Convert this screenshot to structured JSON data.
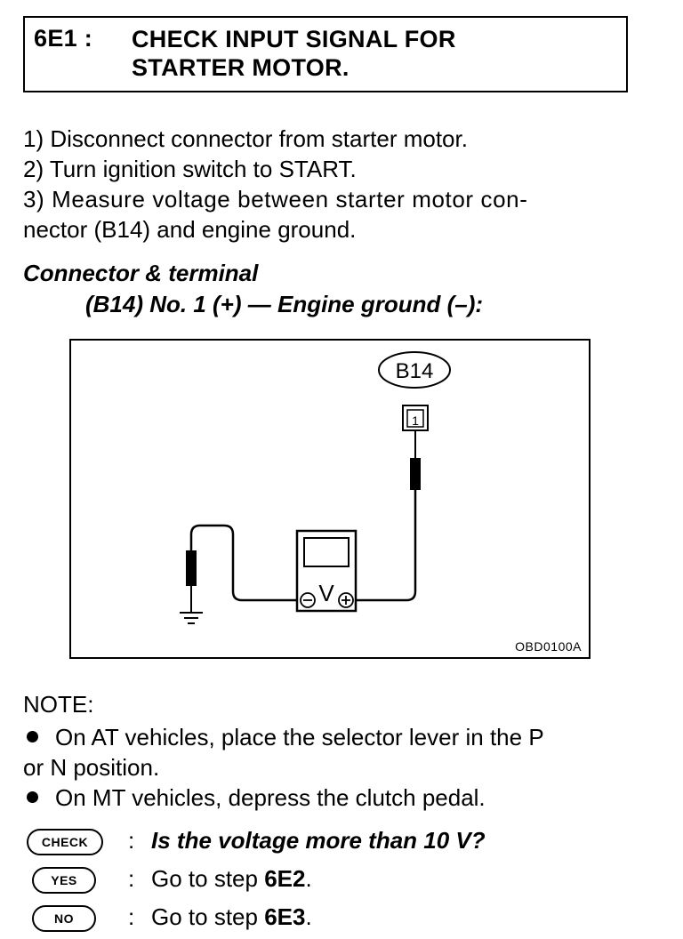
{
  "header": {
    "step_id": "6E1 :",
    "title_line1": "CHECK INPUT SIGNAL FOR",
    "title_line2": "STARTER MOTOR."
  },
  "steps": [
    "1)  Disconnect connector from starter motor.",
    "2)  Turn ignition switch to START.",
    "3)  Measure voltage between starter motor con-",
    "nector (B14) and engine ground."
  ],
  "connector_section": {
    "heading": "Connector & terminal",
    "subheading": "(B14) No. 1 (+) — Engine ground (–):"
  },
  "diagram": {
    "connector_label": "B14",
    "terminal_number": "1",
    "meter_symbol": "V",
    "negative_symbol": "⊖",
    "positive_symbol": "⊕",
    "figure_code": "OBD0100A"
  },
  "note": {
    "label": "NOTE:",
    "items": [
      {
        "line1": "On AT vehicles, place the selector lever in the P",
        "line2": "or N position."
      },
      {
        "line1": "On MT vehicles, depress the clutch pedal.",
        "line2": ""
      }
    ]
  },
  "qa": {
    "check": {
      "badge": "CHECK",
      "colon": ":",
      "text": "Is the voltage more than 10 V?"
    },
    "yes": {
      "badge": "YES",
      "colon": ":",
      "text_prefix": "Go to step ",
      "step": "6E2",
      "text_suffix": "."
    },
    "no": {
      "badge": "NO",
      "colon": ":",
      "text_prefix": "Go to step ",
      "step": "6E3",
      "text_suffix": "."
    }
  }
}
